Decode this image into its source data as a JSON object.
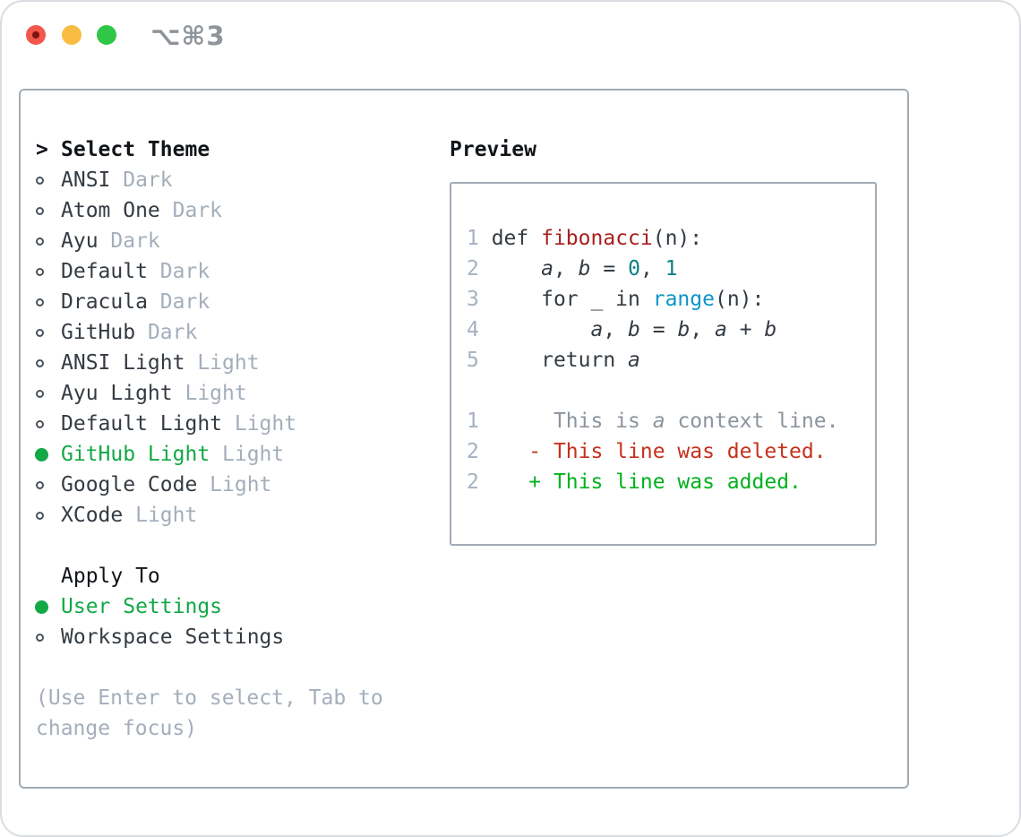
{
  "window": {
    "title": "⌥⌘3",
    "traffic_lights": {
      "close": "close",
      "minimize": "minimize",
      "zoom": "zoom"
    }
  },
  "theme_panel": {
    "prompt": ">",
    "header": "Select Theme",
    "items": [
      {
        "name": "ANSI",
        "variant": "Dark",
        "selected": false
      },
      {
        "name": "Atom One",
        "variant": "Dark",
        "selected": false
      },
      {
        "name": "Ayu",
        "variant": "Dark",
        "selected": false
      },
      {
        "name": "Default",
        "variant": "Dark",
        "selected": false
      },
      {
        "name": "Dracula",
        "variant": "Dark",
        "selected": false
      },
      {
        "name": "GitHub",
        "variant": "Dark",
        "selected": false
      },
      {
        "name": "ANSI Light",
        "variant": "Light",
        "selected": false
      },
      {
        "name": "Ayu Light",
        "variant": "Light",
        "selected": false
      },
      {
        "name": "Default Light",
        "variant": "Light",
        "selected": false
      },
      {
        "name": "GitHub Light",
        "variant": "Light",
        "selected": true
      },
      {
        "name": "Google Code",
        "variant": "Light",
        "selected": false
      },
      {
        "name": "XCode",
        "variant": "Light",
        "selected": false
      }
    ]
  },
  "apply_to": {
    "header": "Apply To",
    "items": [
      {
        "name": "User Settings",
        "selected": true
      },
      {
        "name": "Workspace Settings",
        "selected": false
      }
    ]
  },
  "hint": {
    "line1": "(Use Enter to select, Tab to",
    "line2": "change focus)"
  },
  "preview": {
    "header": "Preview",
    "lines": [
      {
        "no": "1",
        "segments": [
          {
            "s": "plain",
            "t": " def "
          },
          {
            "s": "func",
            "t": "fibonacci"
          },
          {
            "s": "plain",
            "t": "(n):"
          }
        ]
      },
      {
        "no": "2",
        "segments": [
          {
            "s": "plain",
            "t": "     "
          },
          {
            "s": "var",
            "t": "a"
          },
          {
            "s": "plain",
            "t": ", "
          },
          {
            "s": "var",
            "t": "b"
          },
          {
            "s": "plain",
            "t": " = "
          },
          {
            "s": "num",
            "t": "0"
          },
          {
            "s": "plain",
            "t": ", "
          },
          {
            "s": "num",
            "t": "1"
          }
        ]
      },
      {
        "no": "3",
        "segments": [
          {
            "s": "plain",
            "t": "     for _ in "
          },
          {
            "s": "builtin",
            "t": "range"
          },
          {
            "s": "plain",
            "t": "(n):"
          }
        ]
      },
      {
        "no": "4",
        "segments": [
          {
            "s": "plain",
            "t": "         "
          },
          {
            "s": "var",
            "t": "a"
          },
          {
            "s": "plain",
            "t": ", "
          },
          {
            "s": "var",
            "t": "b"
          },
          {
            "s": "plain",
            "t": " = "
          },
          {
            "s": "var",
            "t": "b"
          },
          {
            "s": "plain",
            "t": ", "
          },
          {
            "s": "var",
            "t": "a"
          },
          {
            "s": "plain",
            "t": " + "
          },
          {
            "s": "var",
            "t": "b"
          }
        ]
      },
      {
        "no": "5",
        "segments": [
          {
            "s": "plain",
            "t": "     return "
          },
          {
            "s": "var",
            "t": "a"
          }
        ]
      },
      {
        "no": "",
        "segments": []
      },
      {
        "no": "1",
        "segments": [
          {
            "s": "ctx",
            "t": "      This is "
          },
          {
            "s": "ctxvar",
            "t": "a"
          },
          {
            "s": "ctx",
            "t": " context line."
          }
        ]
      },
      {
        "no": "2",
        "segments": [
          {
            "s": "del",
            "t": "    - This line was deleted."
          }
        ]
      },
      {
        "no": "2",
        "segments": [
          {
            "s": "add",
            "t": "    + This line was added."
          }
        ]
      }
    ]
  },
  "colors": {
    "selected_green": "#12a846",
    "added_green": "#00b11d",
    "deleted_red": "#c5311c",
    "function_red": "#a6201c",
    "builtin_blue": "#0d95c6",
    "number_teal": "#0b7f81",
    "muted_gray": "#a4aebb",
    "context_gray": "#8b949e",
    "text_dark": "#343b43",
    "border_gray": "#a3abb4",
    "traffic_red": "#f2574c",
    "traffic_yellow": "#f8bd41",
    "traffic_green": "#2fc745"
  }
}
